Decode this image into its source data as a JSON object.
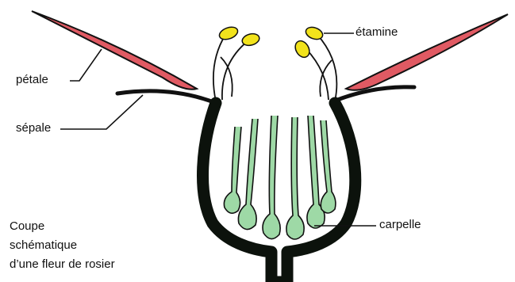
{
  "labels": {
    "petale": "pétale",
    "sepale": "sépale",
    "etamine": "étamine",
    "carpelle": "carpelle"
  },
  "caption": {
    "line1": "Coupe",
    "line2": "schématique",
    "line3": "d’une fleur de rosier"
  },
  "colors": {
    "petal_fill": "#e05a63",
    "receptacle": "#0c120c",
    "carpel_fill": "#9ed9a6",
    "anther_fill": "#f2e31c",
    "stroke": "#111111"
  }
}
